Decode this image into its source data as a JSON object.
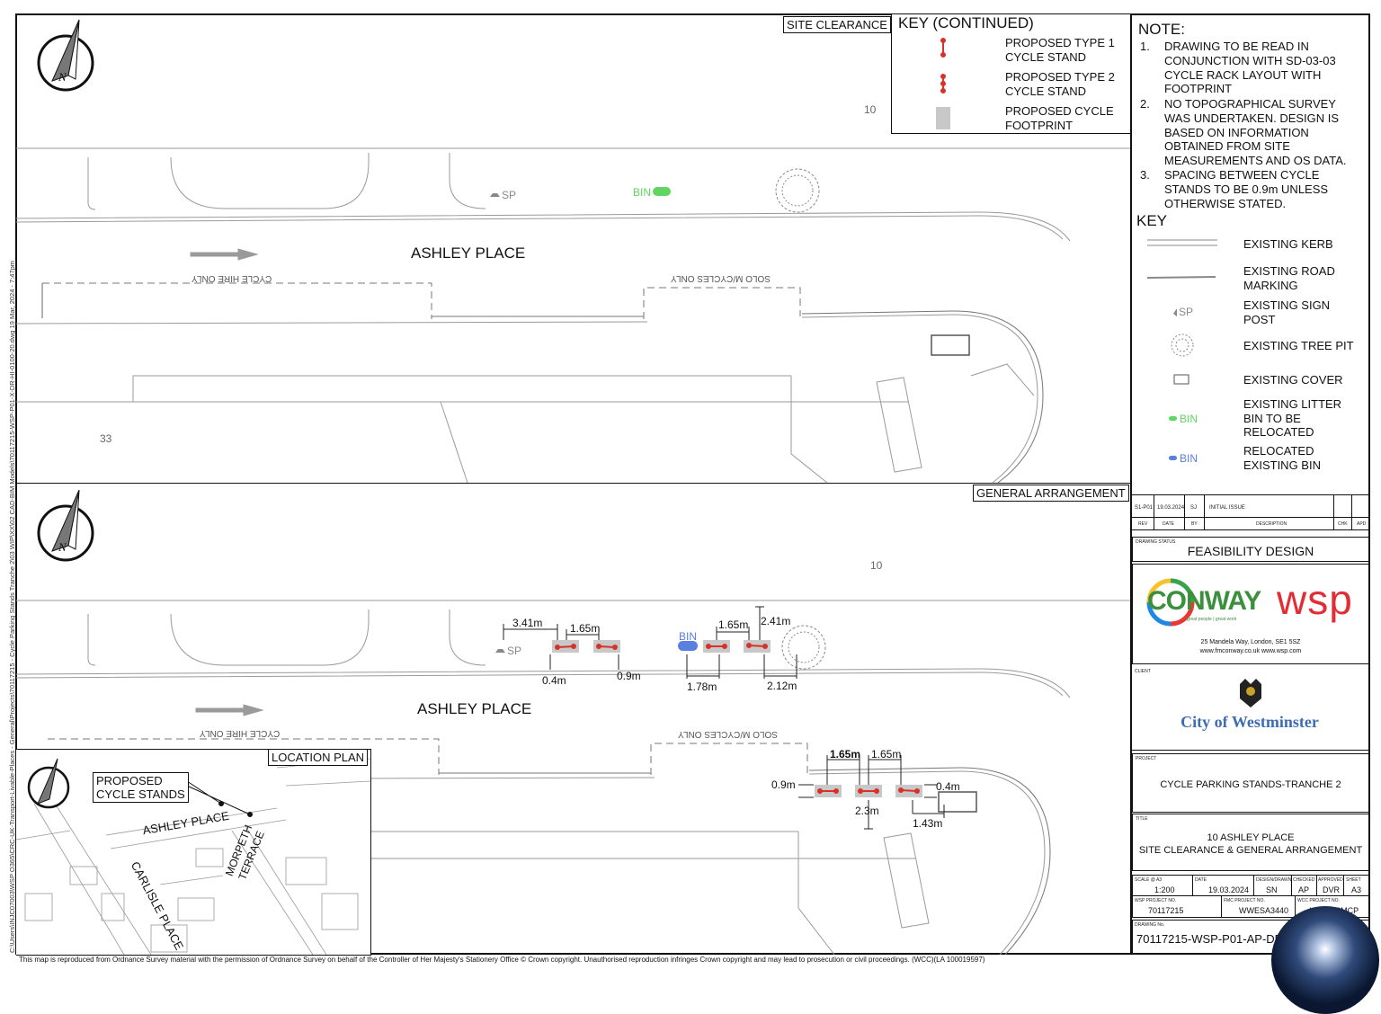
{
  "sidebar_path": "C:\\Users\\INJC07003\\WSP O365\\CRC-UK-Transport-Livable-Places - General\\Projects\\70117215 - Cycle Parking Stands Tranche 2\\03 WIP\\XX\\02 CAD-BIM Models\\70117215-WSP-P01-X-DR-HI-0100-20.dwg 19 Mar, 2024 - 7:47pm",
  "views": {
    "site_clearance_label": "SITE CLEARANCE",
    "general_arrangement_label": "GENERAL ARRANGEMENT"
  },
  "north_arrow_letter": "N",
  "street_name": "ASHLEY PLACE",
  "road_markings": {
    "cycle_hire": "CYCLE HIRE ONLY",
    "solo": "SOLO M/CYCLES ONLY"
  },
  "plot_numbers": {
    "ten": "10",
    "thirty_three": "33"
  },
  "street_items": {
    "sign_post": "SP",
    "bin": "BIN"
  },
  "dimensions": {
    "d341": "3.41m",
    "d165a": "1.65m",
    "d165b": "1.65m",
    "d241": "2.41m",
    "d04a": "0.4m",
    "d09a": "0.9m",
    "d178": "1.78m",
    "d212": "2.12m",
    "d165c": "1.65m",
    "d165d": "1.65m",
    "d09b": "0.9m",
    "d04b": "0.4m",
    "d23": "2.3m",
    "d143": "1.43m"
  },
  "key_continued": {
    "title": "KEY (CONTINUED)",
    "items": [
      {
        "label_1": "PROPOSED TYPE 1",
        "label_2": "CYCLE STAND"
      },
      {
        "label_1": "PROPOSED TYPE 2",
        "label_2": "CYCLE STAND"
      },
      {
        "label_1": "PROPOSED CYCLE",
        "label_2": "FOOTPRINT"
      }
    ]
  },
  "notes": {
    "title": "NOTE:",
    "items": [
      {
        "num": "1.",
        "lines": [
          "DRAWING TO BE READ IN",
          "CONJUNCTION WITH SD-03-03",
          "CYCLE RACK LAYOUT WITH",
          "FOOTPRINT"
        ]
      },
      {
        "num": "2.",
        "lines": [
          "NO TOPOGRAPHICAL SURVEY",
          "WAS UNDERTAKEN. DESIGN IS",
          "BASED ON INFORMATION",
          "OBTAINED FROM SITE",
          "MEASUREMENTS AND OS DATA."
        ]
      },
      {
        "num": "3.",
        "lines": [
          "SPACING BETWEEN CYCLE",
          "STANDS TO BE 0.9m UNLESS",
          "OTHERWISE STATED."
        ]
      }
    ]
  },
  "key": {
    "title": "KEY",
    "items": [
      {
        "label_1": "EXISTING KERB",
        "label_2": "",
        "label_3": ""
      },
      {
        "label_1": "EXISTING ROAD",
        "label_2": "MARKING",
        "label_3": ""
      },
      {
        "label_1": "EXISTING SIGN",
        "label_2": "POST",
        "label_3": ""
      },
      {
        "label_1": "EXISTING TREE PIT",
        "label_2": "",
        "label_3": ""
      },
      {
        "label_1": "EXISTING COVER",
        "label_2": "",
        "label_3": ""
      },
      {
        "label_1": "EXISTING LITTER",
        "label_2": "BIN TO BE",
        "label_3": "RELOCATED"
      },
      {
        "label_1": "RELOCATED",
        "label_2": "EXISTING BIN",
        "label_3": ""
      }
    ],
    "sign_symbol": "SP",
    "bin_symbol": "BIN"
  },
  "revision": {
    "rev": "S1-P01",
    "date": "19.03.2024",
    "by": "SJ",
    "description": "INITIAL ISSUE",
    "headers": {
      "rev": "REV",
      "date": "DATE",
      "by": "BY",
      "description": "DESCRIPTION",
      "chk": "CHK",
      "apd": "APD"
    }
  },
  "drawing_status": {
    "label": "DRAWING STATUS",
    "value": "FEASIBILITY DESIGN"
  },
  "conway": {
    "logo": "CONWAY",
    "tagline": "great people | great work",
    "address": "25 Mandela Way, London, SE1 5SZ",
    "web": "www.fmconway.co.uk  www.wsp.com"
  },
  "wsp_logo": "wsp",
  "client": {
    "label": "CLIENT",
    "name": "City of Westminster"
  },
  "project": {
    "label": "PROJECT",
    "name": "CYCLE PARKING STANDS-TRANCHE 2"
  },
  "title_block": {
    "label": "TITLE",
    "line1": "10 ASHLEY PLACE",
    "line2": "SITE CLEARANCE & GENERAL ARRANGEMENT"
  },
  "meta": {
    "scale_label": "SCALE @ A3",
    "scale": "1:200",
    "date_label": "DATE",
    "date": "19.03.2024",
    "design_label": "DESIGN/DRAWN",
    "design": "SN",
    "checked_label": "CHECKED",
    "checked": "AP",
    "approved_label": "APPROVED",
    "approved": "DVR",
    "sheet_label": "SHEET",
    "sheet": "A3",
    "wsp_no_label": "WSP PROJECT NO.",
    "wsp_no": "70117215",
    "fmc_no_label": "FMC PROJECT NO.",
    "fmc_no": "WWESA3440",
    "wcc_no_label": "WCC PROJECT NO.",
    "wcc_no": "WA2209MCP",
    "drawing_no_label": "DRAWING No.",
    "drawing_no": "70117215-WSP-P01-AP-DR-HI"
  },
  "location_plan": {
    "title": "LOCATION PLAN",
    "callout_1": "PROPOSED",
    "callout_2": "CYCLE STANDS",
    "street_ashley": "ASHLEY PLACE",
    "street_morpeth_1": "MORPETH",
    "street_morpeth_2": "TERRACE",
    "street_carlisle": "CARLISLE PLACE"
  },
  "footer": "This map is reproduced from Ordnance Survey material with the permission of Ordnance Survey on behalf of the Controller of Her Majesty's Stationery Office ©  Crown copyright.  Unauthorised reproduction infringes Crown copyright and may lead to prosecution or civil proceedings. (WCC)(LA 100019597)",
  "colors": {
    "stand": "#d7312a",
    "footprint": "#c8c8c8",
    "bin_green": "#5fd65f",
    "bin_blue": "#5b7fe0",
    "wsp": "#e32d35",
    "westminster": "#3c6db3"
  }
}
